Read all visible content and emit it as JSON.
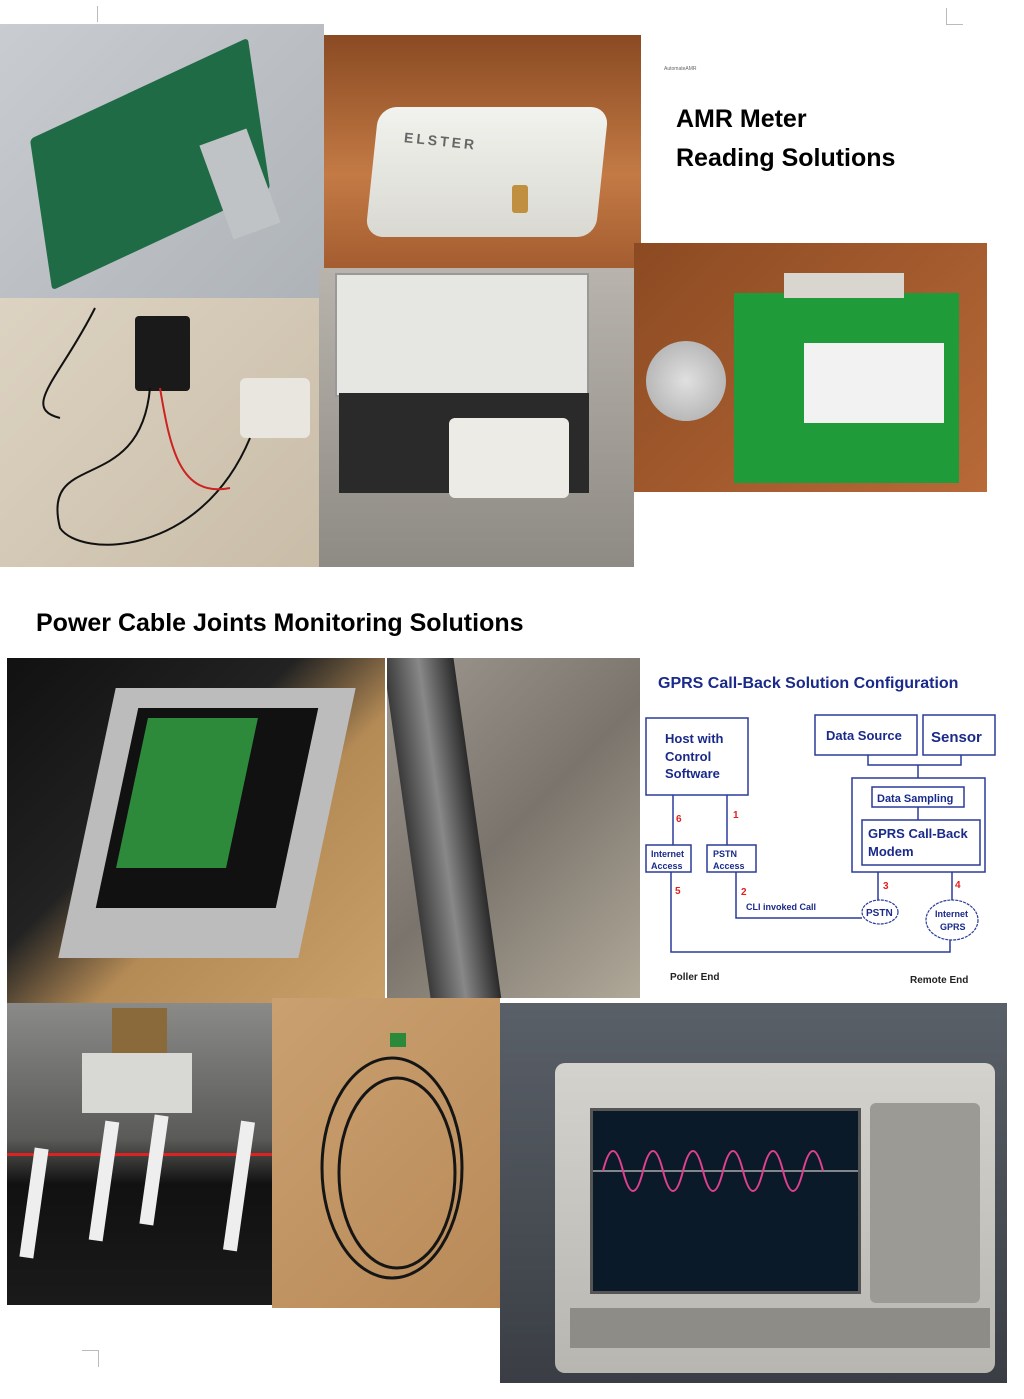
{
  "header": {
    "small_label": "AutomateAMR",
    "amr_title_line1": "AMR Meter",
    "amr_title_line2": "Reading Solutions"
  },
  "section2": {
    "title": "Power Cable Joints Monitoring Solutions"
  },
  "diagram": {
    "title": "GPRS Call-Back Solution Configuration",
    "host": [
      "Host with",
      "Control",
      "Software"
    ],
    "data_source": "Data Source",
    "sensor": "Sensor",
    "data_sampling": "Data Sampling",
    "modem": [
      "GPRS Call-Back",
      "Modem"
    ],
    "internet_access": [
      "Internet",
      "Access"
    ],
    "pstn_access": [
      "PSTN",
      "Access"
    ],
    "pstn_cloud": "PSTN",
    "internet_cloud": [
      "Internet",
      "GPRS"
    ],
    "cli_call": "CLI invoked Call",
    "steps": [
      "1",
      "2",
      "3",
      "4",
      "5",
      "6"
    ],
    "poller_end": "Poller End",
    "remote_end": "Remote End"
  },
  "photos": {
    "elster_brand": "ELSTER"
  }
}
